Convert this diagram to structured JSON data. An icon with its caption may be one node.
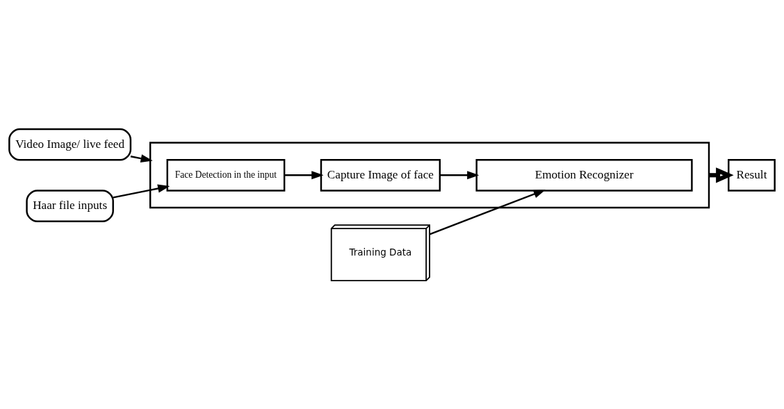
{
  "diagram": {
    "nodes": [
      {
        "text": [
          "Video Image/ live feed"
        ]
      },
      {
        "text": [],
        "shape": "box"
      },
      {
        "text": [
          "Haar file inputs"
        ]
      },
      {
        "text": [
          "Face Detection in the input"
        ],
        "in": 1
      },
      {
        "text": [
          "Capture Image of face"
        ],
        "in": 1
      },
      {
        "text": [
          "Emotion Recognizer"
        ],
        "in": 1
      },
      {
        "text": [
          "Training Data"
        ]
      },
      {
        "text": [
          "Result"
        ]
      }
    ],
    "edges": [
      {
        "from": 0,
        "to": 1,
        "arrow": "to"
      },
      {
        "from": 2,
        "to": 3,
        "arrow": "to"
      },
      {
        "from": 3,
        "to": 4,
        "arrow": "to"
      },
      {
        "from": 4,
        "to": 5,
        "arrow": "to"
      },
      {
        "from": 6,
        "to": 5,
        "arrow": "to"
      },
      {
        "from": 1,
        "to": 7,
        "arrow": "to",
        "style": "thick"
      }
    ]
  }
}
